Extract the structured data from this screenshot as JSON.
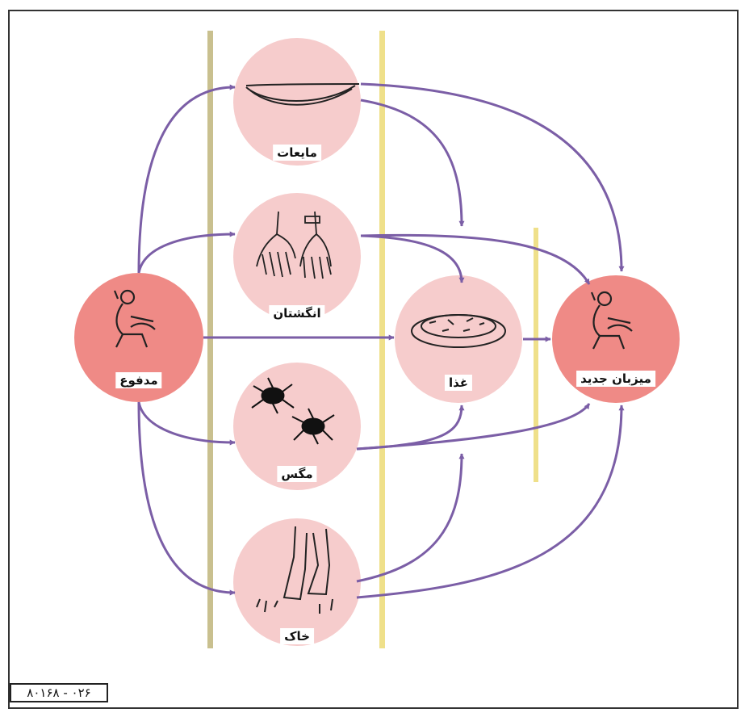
{
  "nodes": {
    "source": {
      "label": "مدفوع"
    },
    "fluids": {
      "label": "مایعات"
    },
    "fingers": {
      "label": "انگشتان"
    },
    "flies": {
      "label": "مگس"
    },
    "soil": {
      "label": "خاک"
    },
    "food": {
      "label": "غذا"
    },
    "new_host": {
      "label": "میزبان جدید"
    }
  },
  "figure_code": "۸۰۱۶۸ - ۰۲۶",
  "colors": {
    "host_circle": "#ef8a86",
    "vector_circle": "#f6cccc",
    "arrow": "#7b5ea6",
    "barrier_olive": "#c9c08f",
    "barrier_yellow": "#efe08a"
  },
  "icons": {
    "source": "squatting-person-icon",
    "fluids": "water-wave-icon",
    "fingers": "hands-icon",
    "flies": "fly-icon",
    "soil": "feet-on-soil-icon",
    "food": "food-plate-icon",
    "new_host": "squatting-person-icon"
  }
}
